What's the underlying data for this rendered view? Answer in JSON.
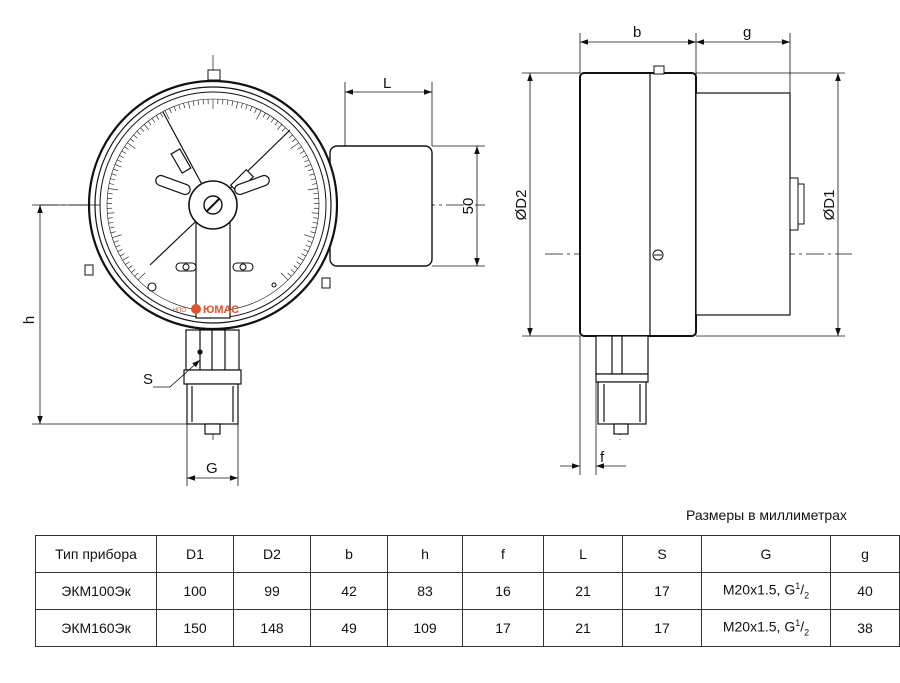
{
  "drawing": {
    "front_labels": {
      "L": "L",
      "h": "h",
      "S": "S",
      "G": "G",
      "dim_50": "50"
    },
    "side_labels": {
      "b": "b",
      "g": "g",
      "D2": "ØD2",
      "D1": "ØD1",
      "f": "f"
    },
    "dial_brand": {
      "prefix": "НПО",
      "name": "ЮМАС"
    },
    "brand_color": "#e0522a"
  },
  "units_note": "Размеры в миллиметрах",
  "table": {
    "headers": [
      "Тип прибора",
      "D1",
      "D2",
      "b",
      "h",
      "f",
      "L",
      "S",
      "G",
      "g"
    ],
    "rows": [
      {
        "type": "ЭКМ100Эк",
        "D1": "100",
        "D2": "99",
        "b": "42",
        "h": "83",
        "f": "16",
        "L": "21",
        "S": "17",
        "G_main": "M20x1.5, G",
        "G_num": "1",
        "G_den": "2",
        "g": "40"
      },
      {
        "type": "ЭКМ160Эк",
        "D1": "150",
        "D2": "148",
        "b": "49",
        "h": "109",
        "f": "17",
        "L": "21",
        "S": "17",
        "G_main": "M20x1.5, G",
        "G_num": "1",
        "G_den": "2",
        "g": "38"
      }
    ]
  }
}
